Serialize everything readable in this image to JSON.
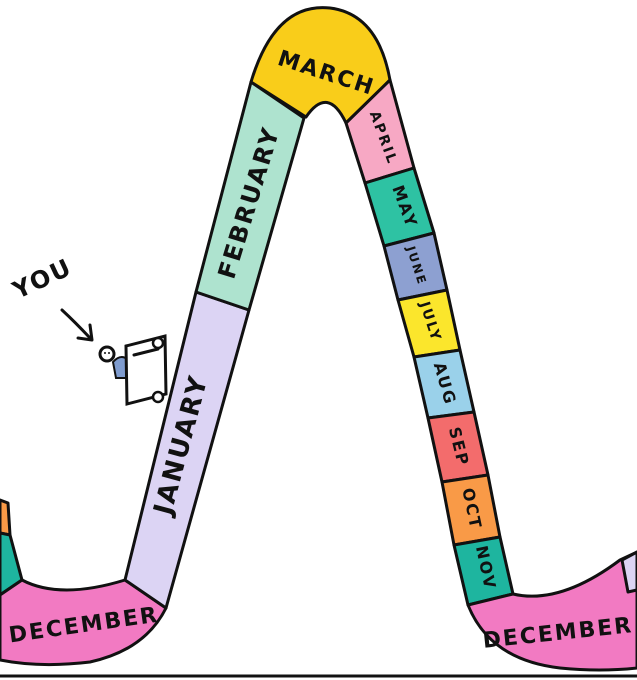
{
  "months": {
    "december_left": "DECEMBER",
    "january": "JANUARY",
    "february": "FEBRUARY",
    "march": "MARCH",
    "april": "APRIL",
    "may": "MAY",
    "june": "JUNE",
    "july": "JULY",
    "aug": "AUG",
    "sep": "SEP",
    "oct": "OCT",
    "nov": "NOV",
    "december_right": "DECEMBER"
  },
  "marker": {
    "label": "YOU"
  },
  "colors": {
    "december": "#f27ac2",
    "january": "#dcd4f4",
    "february": "#aee3cf",
    "march": "#f9cd1a",
    "april": "#f7a8c4",
    "may": "#2ec2a3",
    "june": "#8da0d1",
    "july": "#fbe62c",
    "aug": "#9ad1ea",
    "sep": "#f36c6c",
    "oct": "#f99a47",
    "nov": "#1eb59f",
    "left_orange": "#f99a47",
    "left_teal": "#1eb59f",
    "right_lavender": "#dcd4f4"
  }
}
